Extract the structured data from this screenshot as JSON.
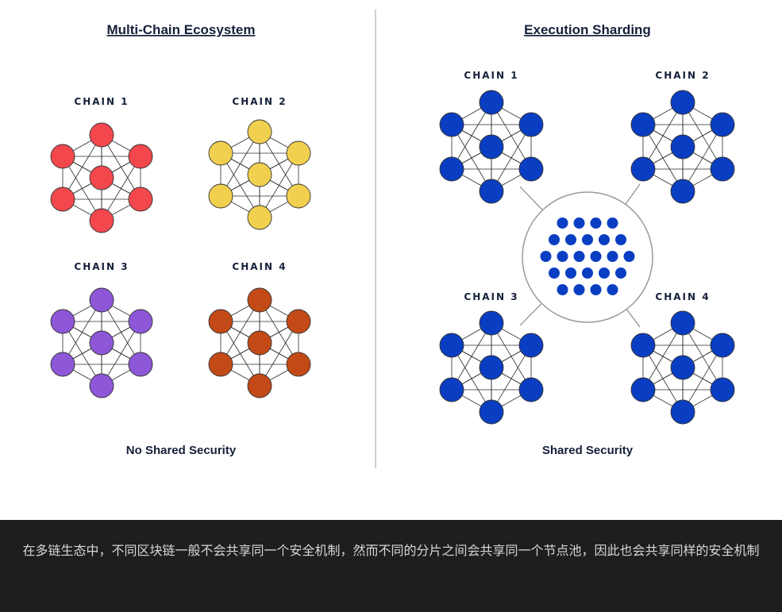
{
  "left_panel": {
    "title": "Multi-Chain Ecosystem",
    "chains": [
      {
        "label": "CHAIN 1",
        "color": "#f2484d"
      },
      {
        "label": "CHAIN 2",
        "color": "#f2d04f"
      },
      {
        "label": "CHAIN 3",
        "color": "#8d57d8"
      },
      {
        "label": "CHAIN 4",
        "color": "#c34a17"
      }
    ],
    "footer": "No Shared Security"
  },
  "right_panel": {
    "title": "Execution Sharding",
    "chains": [
      {
        "label": "CHAIN 1",
        "color": "#0a3ec2"
      },
      {
        "label": "CHAIN 2",
        "color": "#0a3ec2"
      },
      {
        "label": "CHAIN 3",
        "color": "#0a3ec2"
      },
      {
        "label": "CHAIN 4",
        "color": "#0a3ec2"
      }
    ],
    "node_pool_color": "#0a3ec2",
    "node_pool_rows": [
      4,
      5,
      6,
      5,
      4
    ],
    "footer": "Shared Security"
  },
  "caption": "在多链生态中，不同区块链一般不会共享同一个安全机制，然而不同的分片之间会共享同一个节点池，因此也会共享同样的安全机制"
}
